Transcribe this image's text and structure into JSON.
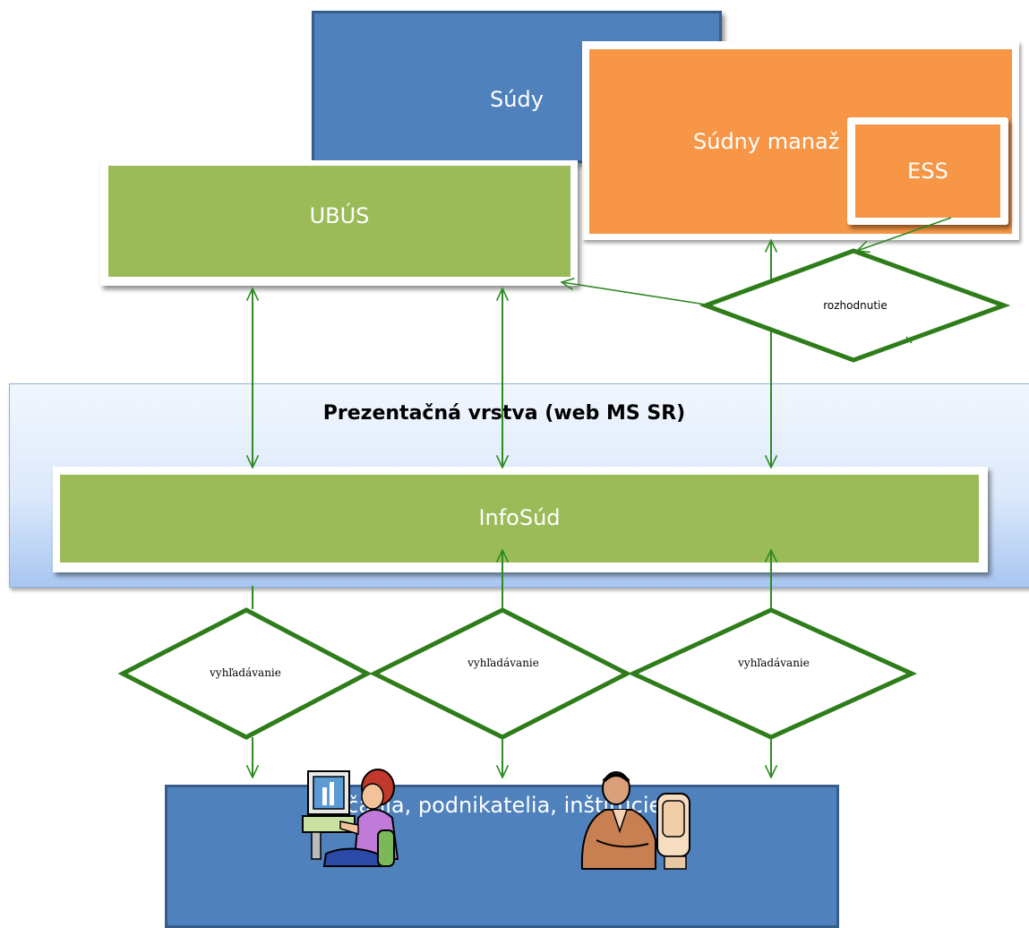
{
  "boxes": {
    "sudy": "Súdy",
    "sudny_manazment": "Súdny manaž",
    "ess": "ESS",
    "ubus": "UBÚS",
    "prezentacna_vrstva": "Prezentačná vrstva (web MS SR)",
    "infosud": "InfoSúd",
    "obcania": "Občania, podnikatelia, inštitúcie"
  },
  "diamonds": {
    "rozhodnutie": "rozhodnutie",
    "search_left": "vyhľadávanie",
    "search_middle": "vyhľadávanie",
    "search_right": "vyhľadávanie"
  },
  "colors": {
    "blue_box": "#4f81bd",
    "orange_box": "#f79646",
    "green_box": "#9bbb59",
    "connector_green": "#2e8b22",
    "diamond_border": "#2e7d1a"
  },
  "icons": [
    "woman-at-computer-icon",
    "man-at-computer-icon"
  ]
}
